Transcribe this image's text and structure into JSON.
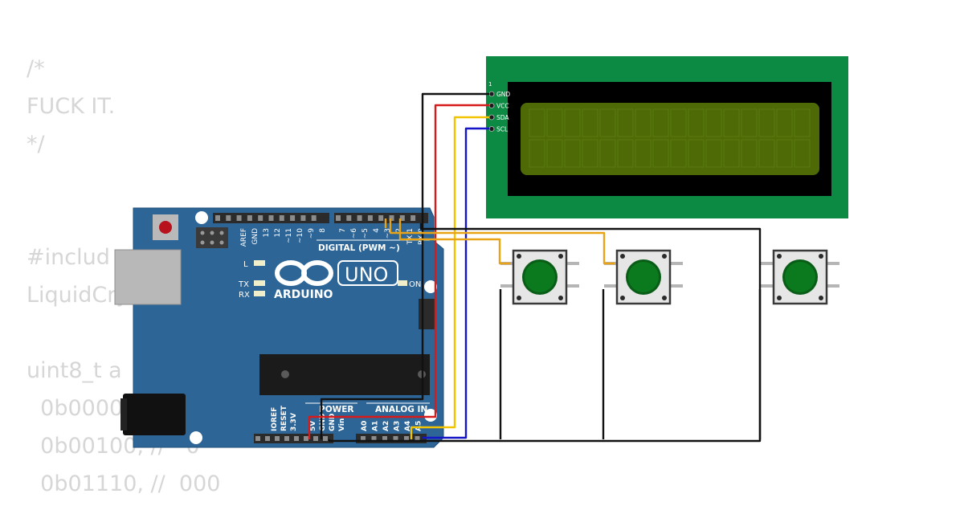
{
  "code_lines": [
    "/*",
    "FUCK IT.",
    "*/",
    "",
    "",
    "#includ",
    "LiquidCry",
    "",
    "uint8_t a",
    "  0b0000",
    "  0b00100, //   0",
    "  0b01110, //  000"
  ],
  "arduino": {
    "logo_text": "ARDUINO",
    "model": "UNO",
    "digital_label": "DIGITAL (PWM ~)",
    "analog_label": "ANALOG IN",
    "power_label": "POWER",
    "on_label": "ON",
    "led_l": "L",
    "led_tx": "TX",
    "led_rx": "RX",
    "digital_pins": [
      "AREF",
      "GND",
      "13",
      "12",
      "~11",
      "~10",
      "~9",
      "8",
      "7",
      "~6",
      "~5",
      "4",
      "~3",
      "2",
      "TX 1",
      "RX 0"
    ],
    "power_pins": [
      "IOREF",
      "RESET",
      "3.3V",
      "5V",
      "GND",
      "GND",
      "Vin"
    ],
    "analog_pins": [
      "A0",
      "A1",
      "A2",
      "A3",
      "A4",
      "A5"
    ]
  },
  "lcd": {
    "pin_one": "1",
    "pins": [
      "GND",
      "VCC",
      "SDA",
      "SCL"
    ],
    "backlight_color": "#4d6a06",
    "board_color": "#0c8a44"
  },
  "buttons": [
    {
      "name": "button-1",
      "cap_color": "#0b7a1e"
    },
    {
      "name": "button-2",
      "cap_color": "#0b7a1e"
    },
    {
      "name": "button-3",
      "cap_color": "#0b7a1e"
    }
  ],
  "wire_colors": {
    "gnd": "#111111",
    "vcc": "#d71b1b",
    "sda": "#f2c400",
    "scl": "#1515c8",
    "signal": "#e8a317"
  }
}
